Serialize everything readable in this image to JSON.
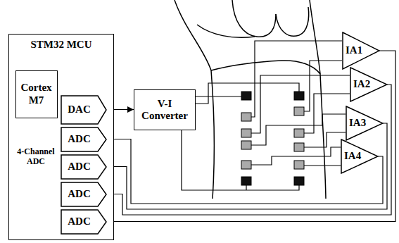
{
  "diagram": {
    "nodes": [
      {
        "text": [
          "STM32 MCU"
        ]
      },
      {
        "text": [
          "Cortex M7"
        ],
        "in": 0
      },
      {
        "text": [
          "DAC"
        ],
        "in": 0
      },
      {
        "text": [
          "ADC"
        ],
        "in": 0
      },
      {
        "text": [
          "ADC"
        ],
        "in": 0
      },
      {
        "text": [
          "ADC"
        ],
        "in": 0
      },
      {
        "text": [
          "ADC"
        ],
        "in": 0
      },
      {
        "text": [
          "V-I Converter"
        ]
      },
      {
        "text": [
          "IA1"
        ]
      },
      {
        "text": [
          "IA2"
        ]
      },
      {
        "text": [
          "IA3"
        ]
      },
      {
        "text": [
          "IA4"
        ]
      }
    ],
    "edges": [
      {
        "from": 2,
        "to": 7,
        "arrow": "to"
      },
      {
        "from": 8,
        "to": 6,
        "arrow": "to"
      },
      {
        "from": 9,
        "to": 5,
        "arrow": "to"
      },
      {
        "from": 10,
        "to": 4,
        "arrow": "to"
      },
      {
        "from": 11,
        "to": 3,
        "arrow": "to"
      }
    ],
    "labels": [
      "4-Channel ADC"
    ]
  }
}
